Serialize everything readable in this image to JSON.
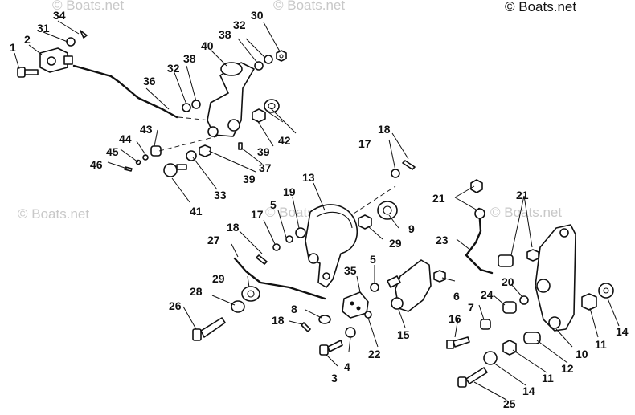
{
  "diagram": {
    "copyright": "© Boats.net",
    "watermark": "© Boats.net",
    "callouts": {
      "c1": "1",
      "c2": "2",
      "c3": "3",
      "c4": "4",
      "c5a": "5",
      "c5b": "5",
      "c6": "6",
      "c7": "7",
      "c8": "8",
      "c9": "9",
      "c10": "10",
      "c11a": "11",
      "c11b": "11",
      "c12": "12",
      "c13": "13",
      "c14a": "14",
      "c14b": "14",
      "c15": "15",
      "c16": "16",
      "c17a": "17",
      "c17b": "17",
      "c18a": "18",
      "c18b": "18",
      "c18c": "18",
      "c19": "19",
      "c20": "20",
      "c21a": "21",
      "c21b": "21",
      "c22": "22",
      "c23": "23",
      "c24": "24",
      "c25": "25",
      "c26": "26",
      "c27": "27",
      "c28": "28",
      "c29a": "29",
      "c29b": "29",
      "c30": "30",
      "c31": "31",
      "c32a": "32",
      "c32b": "32",
      "c33": "33",
      "c34": "34",
      "c35": "35",
      "c36": "36",
      "c37": "37",
      "c38a": "38",
      "c38b": "38",
      "c39a": "39",
      "c39b": "39",
      "c40": "40",
      "c41": "41",
      "c42": "42",
      "c43": "43",
      "c44": "44",
      "c45": "45",
      "c46": "46"
    }
  }
}
